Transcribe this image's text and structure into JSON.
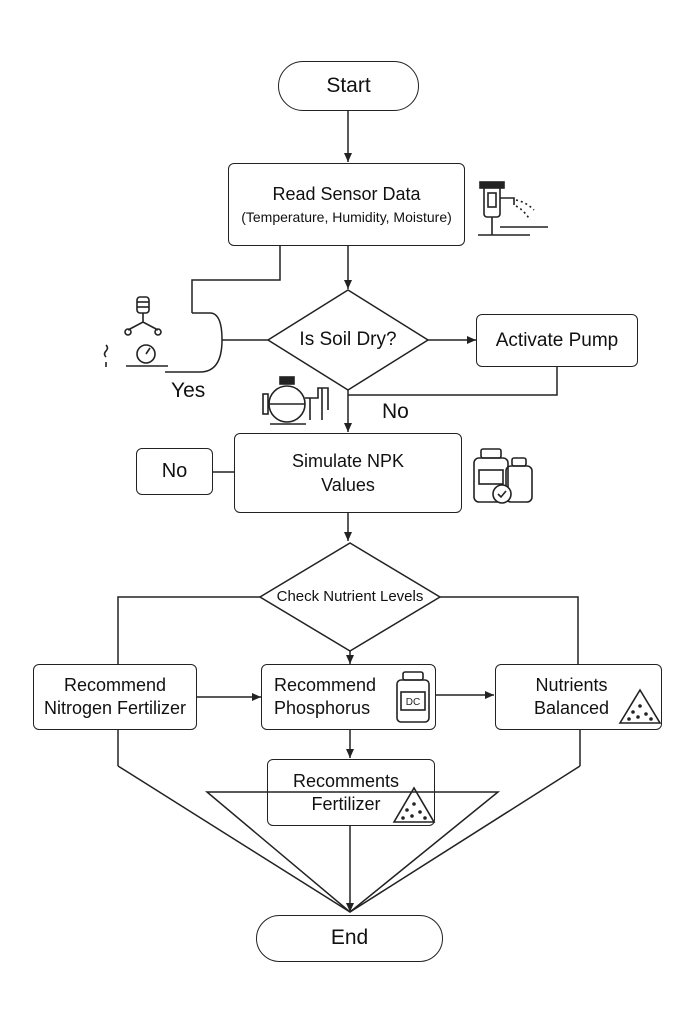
{
  "nodes": {
    "start": "Start",
    "read_sensor_line1": "Read Sensor Data",
    "read_sensor_line2": "(Temperature, Humidity, Moisture)",
    "is_soil_dry": "Is Soil Dry?",
    "activate_pump": "Activate Pump",
    "simulate_line1": "Simulate NPK",
    "simulate_line2": "Values",
    "no_box": "No",
    "check_nutrient": "Check Nutrient Levels",
    "recommend_nitrogen_line1": "Recommend",
    "recommend_nitrogen_line2": "Nitrogen Fertilizer",
    "recommend_phosphorus_line1": "Recommend",
    "recommend_phosphorus_line2": "Phosphorus",
    "nutrients_balanced_line1": "Nutrients",
    "nutrients_balanced_line2": "Balanced",
    "recomments_fertilizer_line1": "Recomments",
    "recomments_fertilizer_line2": "Fertilizer",
    "end": "End"
  },
  "edge_labels": {
    "yes": "Yes",
    "no": "No"
  },
  "icons": {
    "jar_label": "DC",
    "sensor_icon": "soil-sensor-icon",
    "pump_icon": "water-pump-icon",
    "bottles_icon": "fertilizer-bottles-icon",
    "jar_icon": "fertilizer-jar-icon",
    "granules_icon": "fertilizer-granules-icon",
    "sprinkler_icon": "sprinkler-icon"
  },
  "colors": {
    "stroke": "#222222",
    "background": "#ffffff"
  }
}
